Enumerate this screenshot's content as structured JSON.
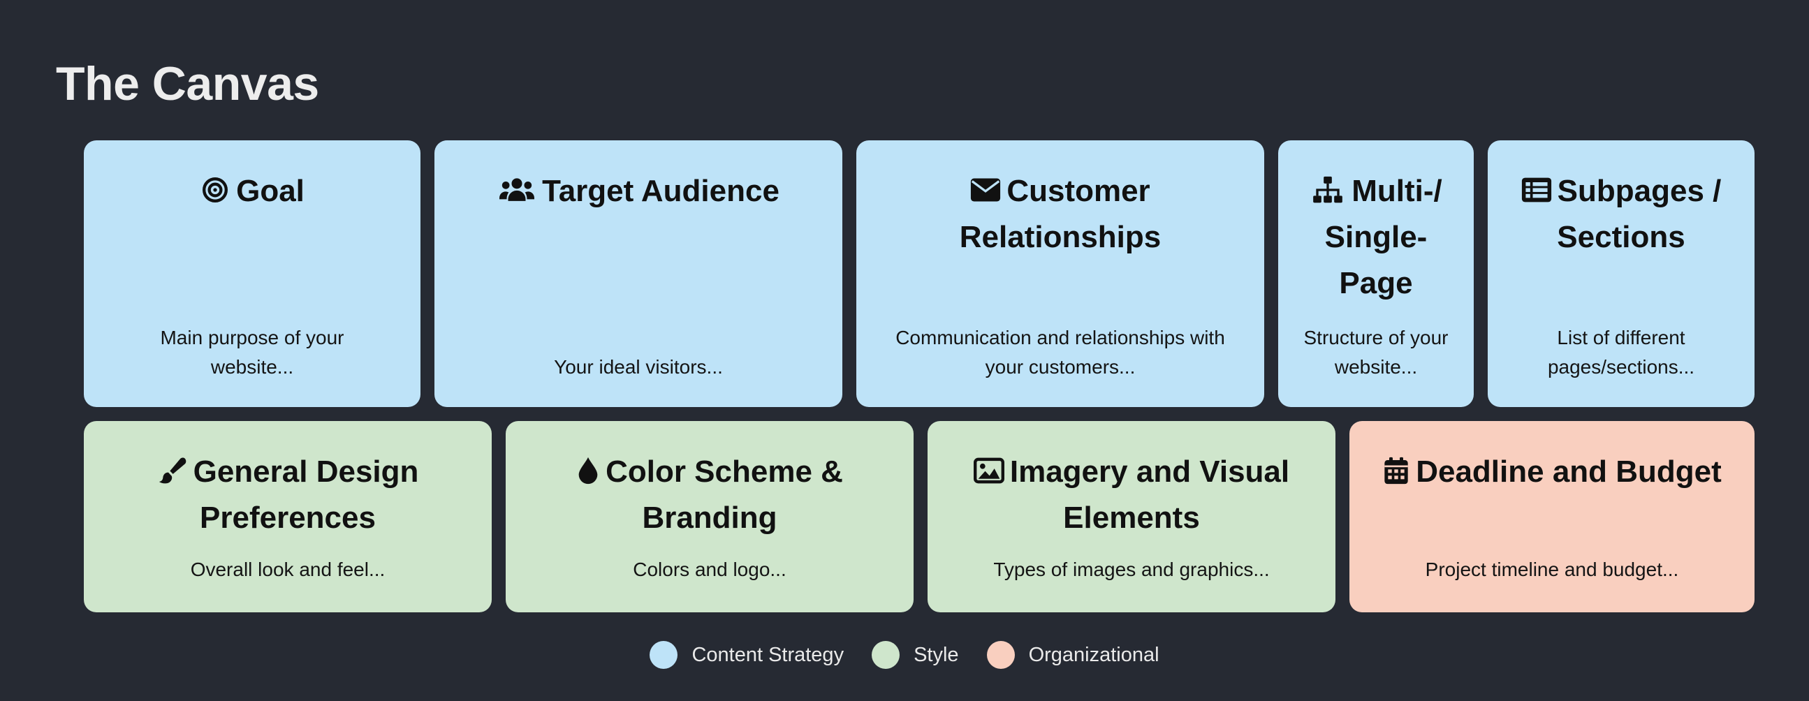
{
  "page": {
    "title": "The Canvas"
  },
  "colors": {
    "background": "#262a33",
    "content_strategy": "#bee3f8",
    "style": "#cfe6cc",
    "organizational": "#f9cfbf"
  },
  "cards": [
    {
      "title": "Goal",
      "description": "Main purpose of your website...",
      "icon": "target-icon",
      "category": "content_strategy"
    },
    {
      "title": "Target Audience",
      "description": "Your ideal visitors...",
      "icon": "users-icon",
      "category": "content_strategy"
    },
    {
      "title": "Customer Relationships",
      "description": "Communication and relationships with your customers...",
      "icon": "envelope-icon",
      "category": "content_strategy"
    },
    {
      "title": "Multi-/ Single-Page",
      "description": "Structure of your website...",
      "icon": "sitemap-icon",
      "category": "content_strategy"
    },
    {
      "title": "Subpages / Sections",
      "description": "List of different pages/sections...",
      "icon": "list-icon",
      "category": "content_strategy"
    },
    {
      "title": "General Design Preferences",
      "description": "Overall look and feel...",
      "icon": "paintbrush-icon",
      "category": "style"
    },
    {
      "title": "Color Scheme & Branding",
      "description": "Colors and logo...",
      "icon": "droplet-icon",
      "category": "style"
    },
    {
      "title": "Imagery and Visual Elements",
      "description": "Types of images and graphics...",
      "icon": "image-icon",
      "category": "style"
    },
    {
      "title": "Deadline and Budget",
      "description": "Project timeline and budget...",
      "icon": "calendar-icon",
      "category": "organizational"
    }
  ],
  "legend": [
    {
      "label": "Content Strategy",
      "color": "#bee3f8"
    },
    {
      "label": "Style",
      "color": "#cfe6cc"
    },
    {
      "label": "Organizational",
      "color": "#f9cfbf"
    }
  ]
}
